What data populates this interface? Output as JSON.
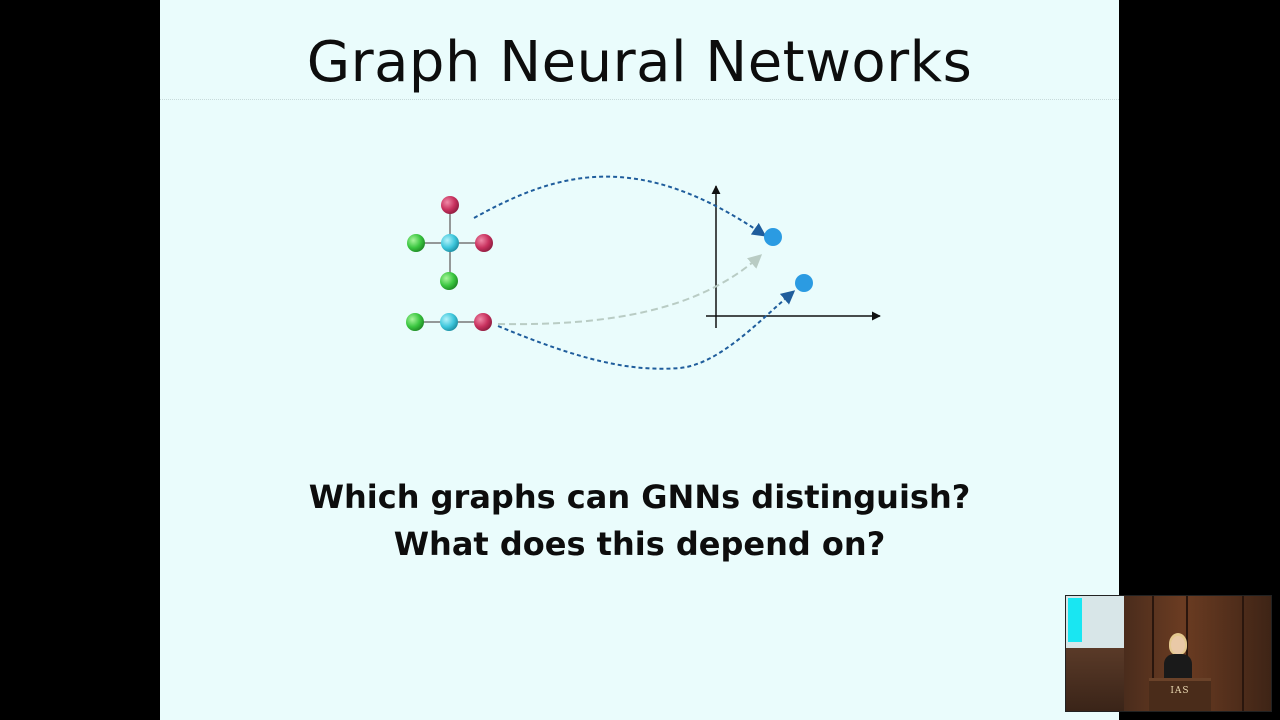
{
  "slide": {
    "title": "Graph Neural Networks",
    "question_line1": "Which graphs can GNNs distinguish?",
    "question_line2": "What does this depend on?"
  },
  "colors": {
    "slide_background": "#eafcfc",
    "node_red": "#c8315e",
    "node_green": "#3ac640",
    "node_cyan": "#3ec7dc",
    "embedding_point": "#2b9be2",
    "arrow_dark": "#1f5d9c",
    "arrow_faded": "#b9ccc4"
  },
  "speaker_video": {
    "podium_label": "IAS"
  }
}
